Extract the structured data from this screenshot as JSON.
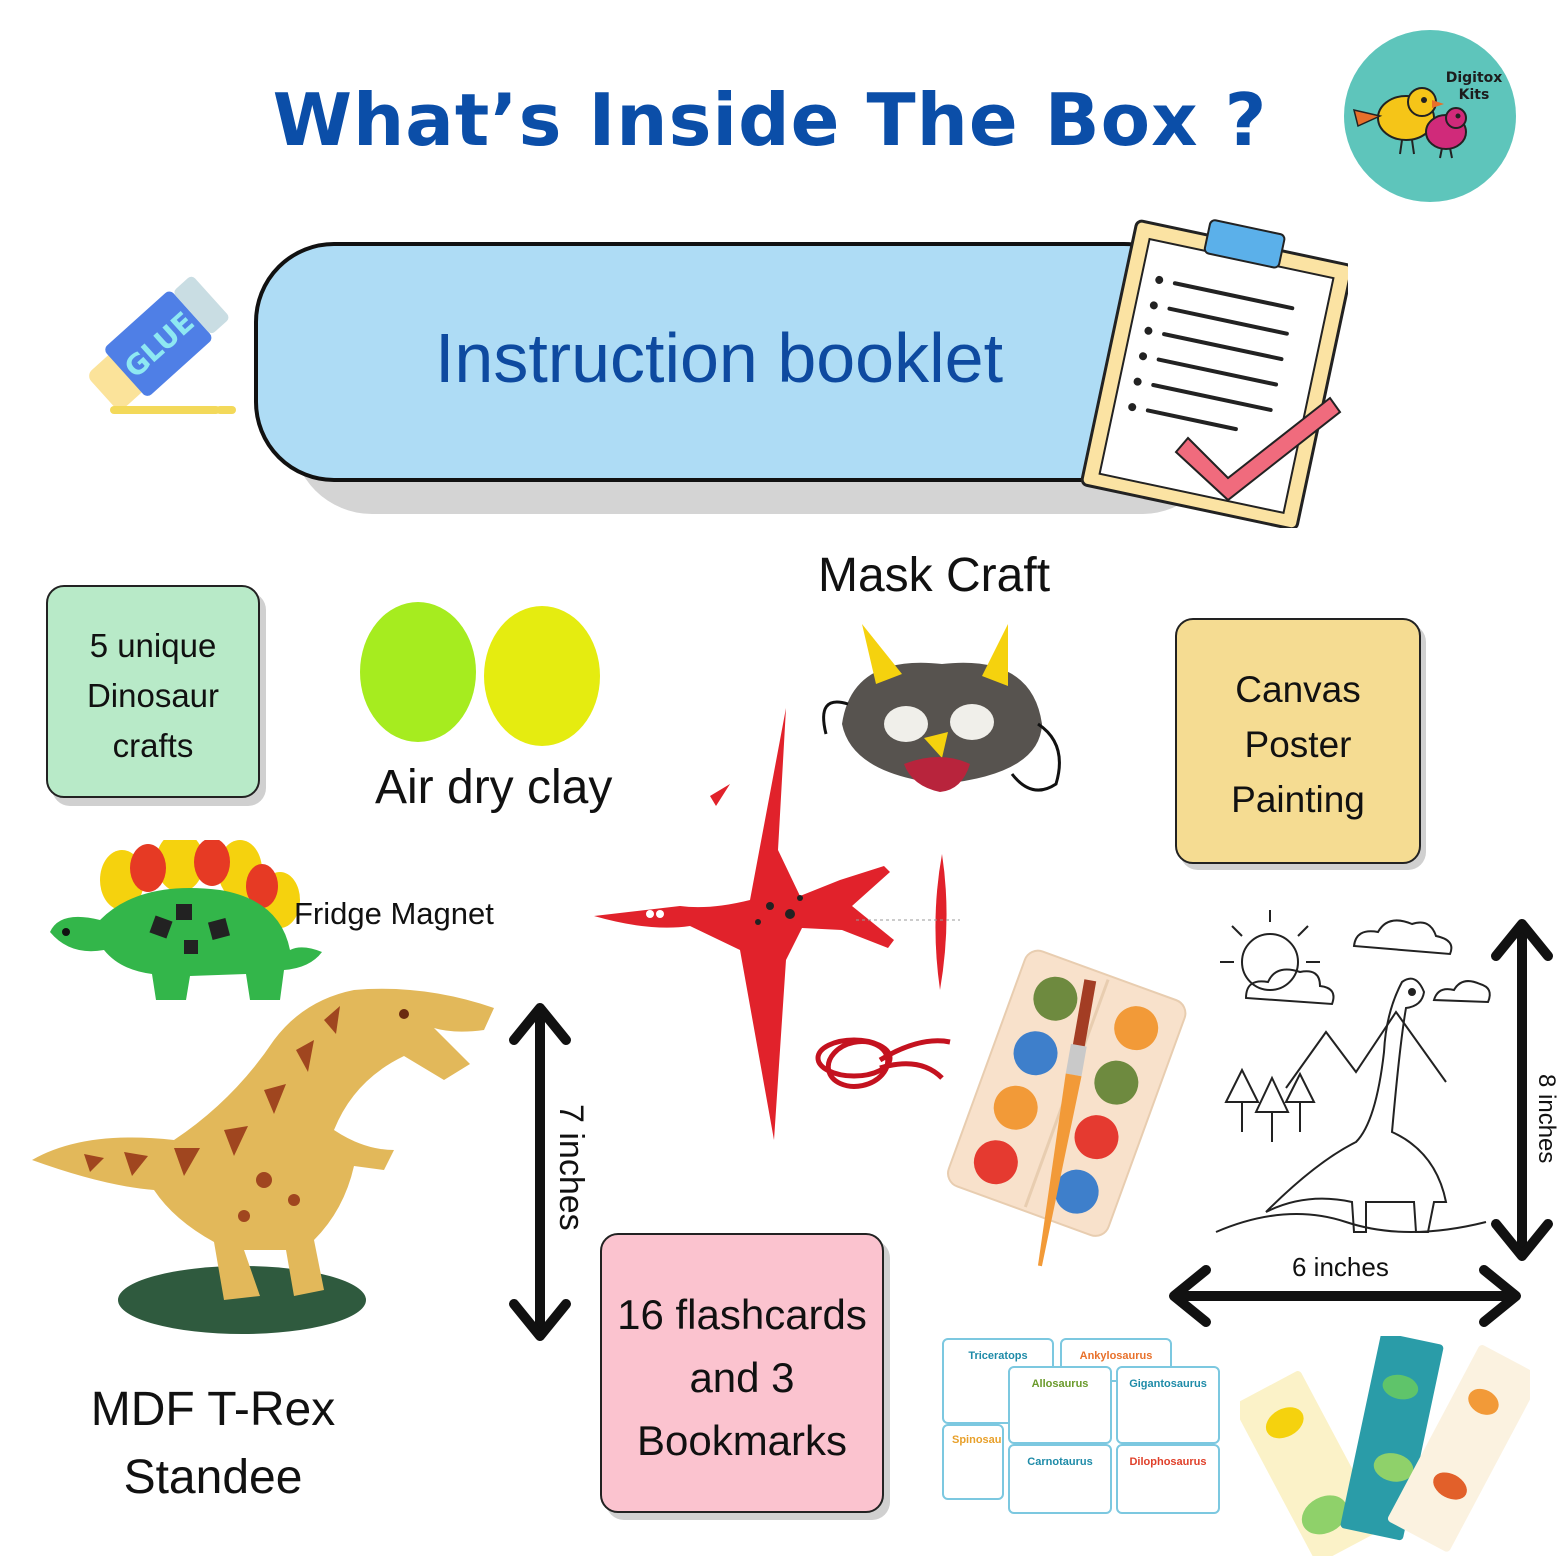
{
  "header": {
    "title": "What’s Inside The Box ?",
    "logo_line1": "Digitox",
    "logo_line2": "Kits"
  },
  "banner": {
    "label": "Instruction booklet",
    "glue_label": "GLUE"
  },
  "items": {
    "dino_crafts": [
      "5 unique",
      "Dinosaur",
      "crafts"
    ],
    "air_dry_clay": "Air dry clay",
    "mask_craft": "Mask Craft",
    "canvas_painting": [
      "Canvas",
      "Poster",
      "Painting"
    ],
    "fridge_magnet": "Fridge Magnet",
    "trex": [
      "MDF T-Rex",
      "Standee"
    ],
    "trex_height": "7 inches",
    "flashcards": [
      "16 flashcards",
      "and 3",
      "Bookmarks"
    ],
    "canvas_height": "8 inches",
    "canvas_width": "6 inches"
  },
  "flashcards": {
    "names": [
      "Triceratops",
      "Ankylosaurus",
      "Allosaurus",
      "Gigantosaurus",
      "Spinosau",
      "Carnotaurus",
      "Dilophosaurus"
    ]
  },
  "colors": {
    "title_blue": "#0b4ea8",
    "banner_fill": "#aedcf5",
    "box_green": "#b8eac8",
    "box_yellow": "#f5dc92",
    "box_pink": "#fbc3cf",
    "logo_teal": "#5ec5bb"
  }
}
